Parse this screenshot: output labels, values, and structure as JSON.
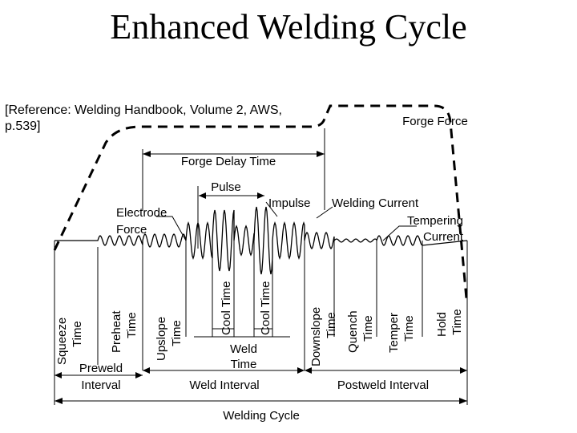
{
  "title": "Enhanced Welding Cycle",
  "reference": "[Reference:  Welding Handbook, Volume 2, AWS, p.539]",
  "labels": {
    "forge_force": "Forge Force",
    "forge_delay_time": "Forge Delay Time",
    "pulse": "Pulse",
    "impulse": "Impulse",
    "welding_current": "Welding Current",
    "tempering_current_1": "Tempering",
    "tempering_current_2": "Current",
    "electrode_force_1": "Electrode",
    "electrode_force_2": "Force",
    "weld_time_1": "Weld",
    "weld_time_2": "Time",
    "preweld_interval_1": "Preweld",
    "preweld_interval_2": "Interval",
    "weld_interval": "Weld Interval",
    "postweld_interval": "Postweld Interval",
    "welding_cycle": "Welding Cycle"
  },
  "time_labels": {
    "squeeze": [
      "Squeeze",
      "Time"
    ],
    "preheat": [
      "Preheat",
      "Time"
    ],
    "upslope": [
      "Upslope",
      "Time"
    ],
    "cool1": "Cool Time",
    "cool2": "Cool Time",
    "downslope": [
      "Downslope",
      "Time"
    ],
    "quench": [
      "Quench",
      "Time"
    ],
    "temper": [
      "Temper",
      "Time"
    ],
    "hold": [
      "Hold",
      "Time"
    ]
  }
}
